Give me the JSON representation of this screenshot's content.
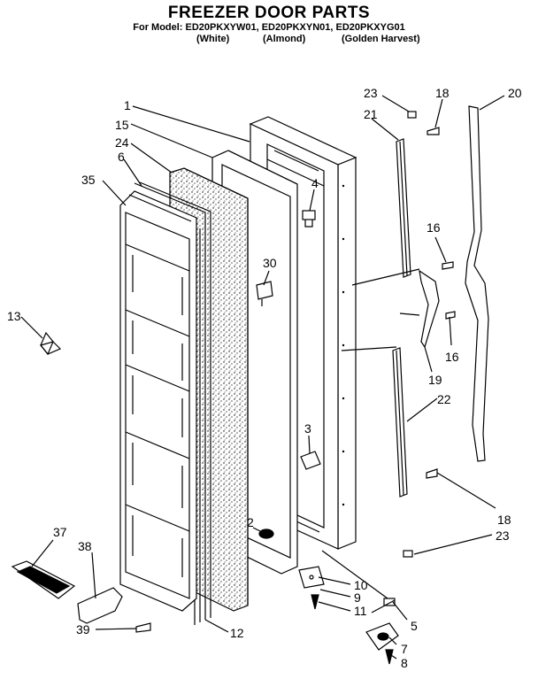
{
  "header": {
    "title": "FREEZER DOOR PARTS",
    "subtitle": "For Model: ED20PKXYW01, ED20PKXYN01, ED20PKXYG01",
    "colors": [
      "(White)",
      "(Almond)",
      "(Golden Harvest)"
    ]
  },
  "callouts": {
    "c1": "1",
    "c15": "15",
    "c24": "24",
    "c6": "6",
    "c35": "35",
    "c13": "13",
    "c30": "30",
    "c4": "4",
    "c3": "3",
    "c2": "2",
    "c23a": "23",
    "c18a": "18",
    "c21": "21",
    "c20": "20",
    "c16a": "16",
    "c16b": "16",
    "c19": "19",
    "c22": "22",
    "c18b": "18",
    "c23b": "23",
    "c10": "10",
    "c9": "9",
    "c11": "11",
    "c5": "5",
    "c7": "7",
    "c8": "8",
    "c37": "37",
    "c38": "38",
    "c39": "39",
    "c12": "12"
  }
}
